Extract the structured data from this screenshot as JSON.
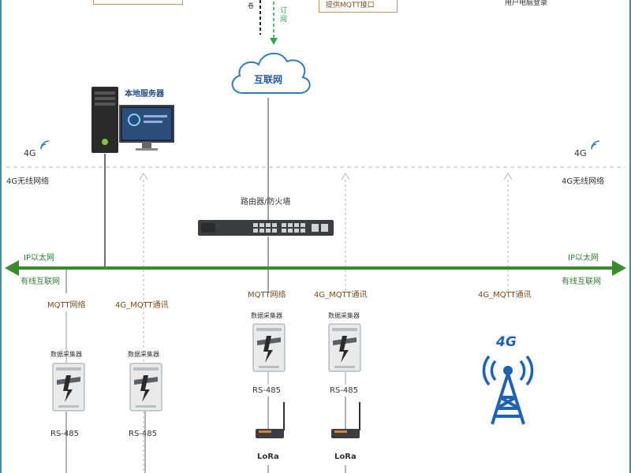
{
  "top": {
    "mqtt_box_label": "提供MQTT接口",
    "user_login_label": "用户电脑登录",
    "publish_label": "卷",
    "subscribe_label": "订阅"
  },
  "cloud": {
    "label": "互联网"
  },
  "server": {
    "label": "本地服务器"
  },
  "wireless": {
    "left_badge": "4G",
    "left_label": "4G无线网络",
    "right_badge": "4G",
    "right_label": "4G无线网络"
  },
  "router": {
    "label": "路由器/防火墙"
  },
  "ethernet": {
    "left_label": "IP以太网",
    "left_sub": "有线互联网",
    "right_label": "IP以太网",
    "right_sub": "有线互联网"
  },
  "columns": [
    {
      "conn": "MQTT网络",
      "device": "数据采集器",
      "bus": "RS-485"
    },
    {
      "conn": "4G_MQTT通讯",
      "device": "数据采集器",
      "bus": "RS-485"
    },
    {
      "conn": "MQTT网络",
      "device": "数据采集器",
      "bus": "RS-485",
      "end": "LoRa"
    },
    {
      "conn": "4G_MQTT通讯",
      "device": "数据采集器",
      "bus": "RS-485",
      "end": "LoRa"
    },
    {
      "conn": "4G_MQTT通讯",
      "tower_badge": "4G"
    }
  ],
  "colors": {
    "line_green": "#3a8c2f",
    "arrow_green": "#2fa84f",
    "frame": "#4a8fa0",
    "tower_blue": "#1e63b5"
  }
}
